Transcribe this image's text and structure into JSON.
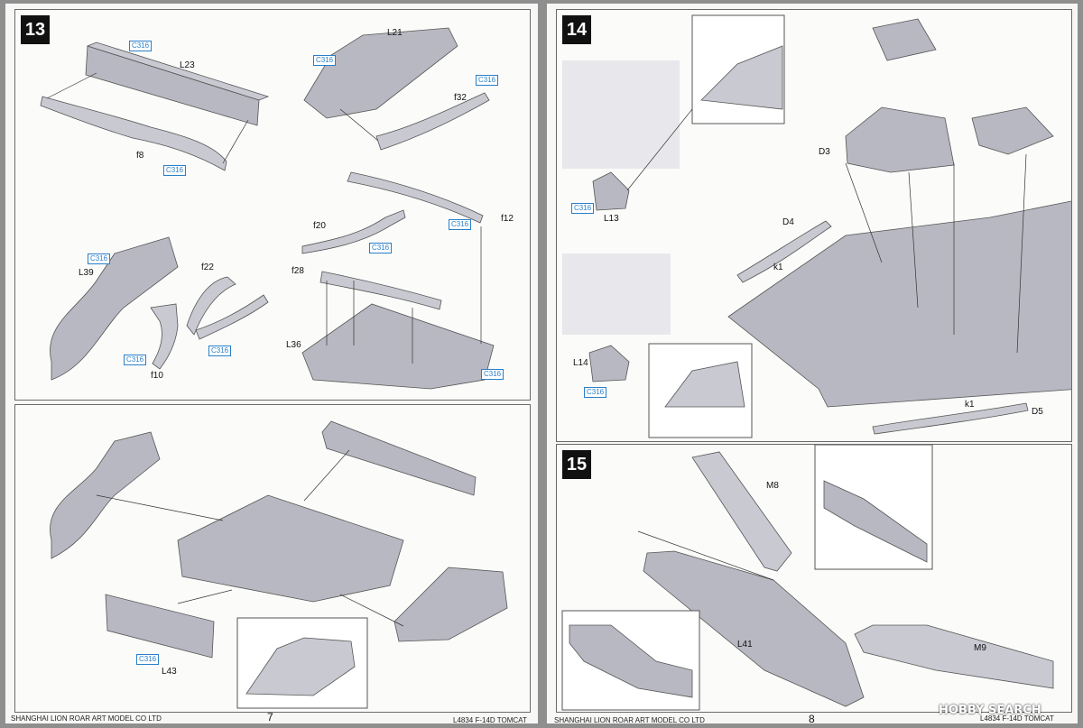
{
  "left_page": {
    "footer_company": "SHANGHAI LION ROAR ART MODEL CO LTD",
    "page_number": "7",
    "footer_model": "L4834 F-14D TOMCAT",
    "step13": {
      "badge": "13",
      "labels": {
        "l23": "L23",
        "f8": "f8",
        "l21": "L21",
        "f32": "f32",
        "f12": "f12",
        "f20": "f20",
        "f28": "f28",
        "l36": "L36",
        "l39": "L39",
        "f22": "f22",
        "f10": "f10"
      },
      "paint": "C316"
    },
    "step13b": {
      "labels": {
        "l43": "L43"
      },
      "paint": "C316"
    }
  },
  "right_page": {
    "footer_company": "SHANGHAI LION ROAR ART MODEL CO LTD",
    "page_number": "8",
    "footer_model": "L4834 F-14D TOMCAT",
    "step14": {
      "badge": "14",
      "labels": {
        "l13": "L13",
        "l14": "L14",
        "d3": "D3",
        "d4": "D4",
        "d5": "D5",
        "k1a": "k1",
        "k1b": "k1"
      },
      "paint": "C316"
    },
    "step15": {
      "badge": "15",
      "labels": {
        "m8": "M8",
        "l41": "L41",
        "m9": "M9"
      }
    }
  },
  "watermark": "HOBBY SEARCH"
}
